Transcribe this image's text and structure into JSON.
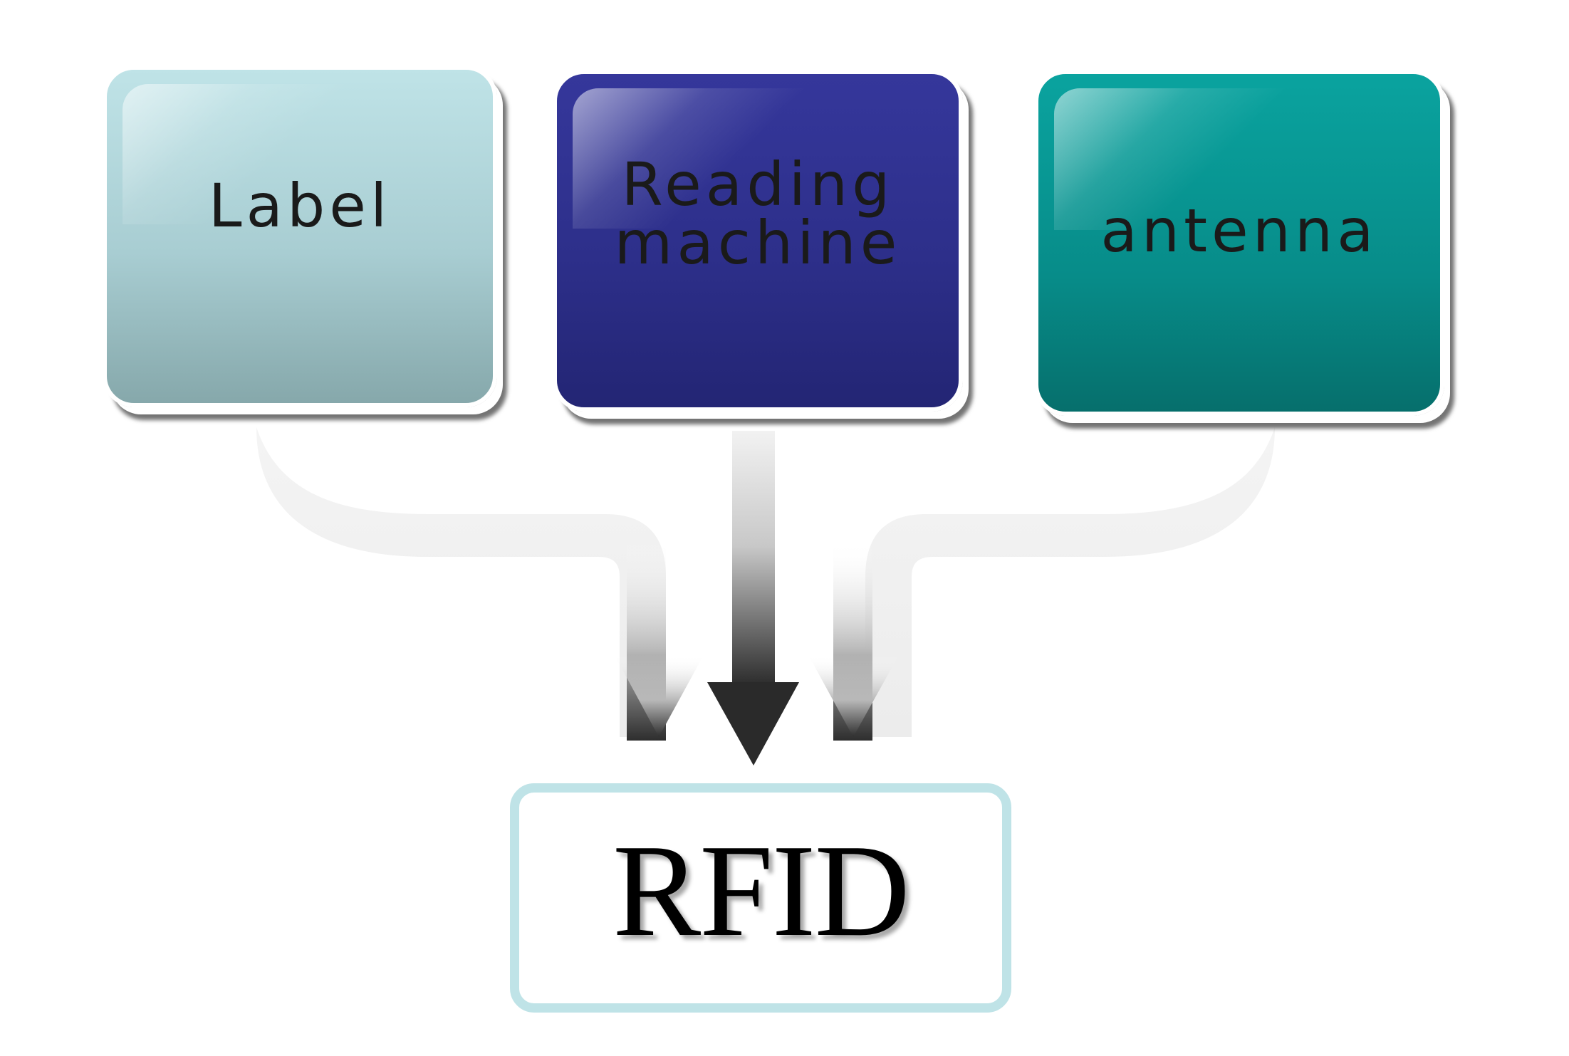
{
  "sources": [
    {
      "id": "label",
      "text": "Label",
      "color": "#a8cdd2"
    },
    {
      "id": "reader",
      "text": "Reading\nmachine",
      "color": "#2d2f8a"
    },
    {
      "id": "antenna",
      "text": "antenna",
      "color": "#078c89"
    }
  ],
  "target": {
    "text": "RFID",
    "border_color": "#bfe3e7"
  },
  "arrow_color": "#3a3a3a"
}
